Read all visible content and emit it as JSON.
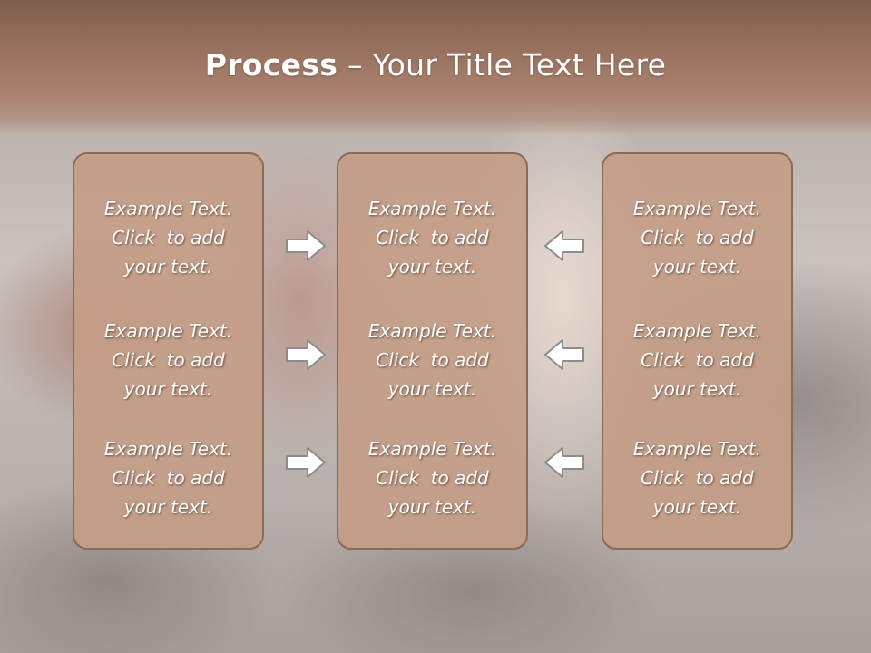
{
  "title": {
    "bold": "Process",
    "rest": " – Your Title Text Here"
  },
  "columns": [
    {
      "items": [
        {
          "lines": [
            "Example Text.",
            "Click  to add",
            "your text."
          ]
        },
        {
          "lines": [
            "Example Text.",
            "Click  to add",
            "your text."
          ]
        },
        {
          "lines": [
            "Example Text.",
            "Click  to add",
            "your text."
          ]
        }
      ]
    },
    {
      "items": [
        {
          "lines": [
            "Example Text.",
            "Click  to add",
            "your text."
          ]
        },
        {
          "lines": [
            "Example Text.",
            "Click  to add",
            "your text."
          ]
        },
        {
          "lines": [
            "Example Text.",
            "Click  to add",
            "your text."
          ]
        }
      ]
    },
    {
      "items": [
        {
          "lines": [
            "Example Text.",
            "Click  to add",
            "your text."
          ]
        },
        {
          "lines": [
            "Example Text.",
            "Click  to add",
            "your text."
          ]
        },
        {
          "lines": [
            "Example Text.",
            "Click  to add",
            "your text."
          ]
        }
      ]
    }
  ],
  "arrows": {
    "left_column": [
      "arrow-right-icon",
      "arrow-right-icon",
      "arrow-right-icon"
    ],
    "right_column": [
      "arrow-left-icon",
      "arrow-left-icon",
      "arrow-left-icon"
    ]
  },
  "colors": {
    "title_band": "#9a7360",
    "box_fill": "#c49d86",
    "box_border": "#8a6a59",
    "text": "#ffffff",
    "arrow_fill": "#ffffff",
    "arrow_stroke": "#8c8c8c"
  }
}
